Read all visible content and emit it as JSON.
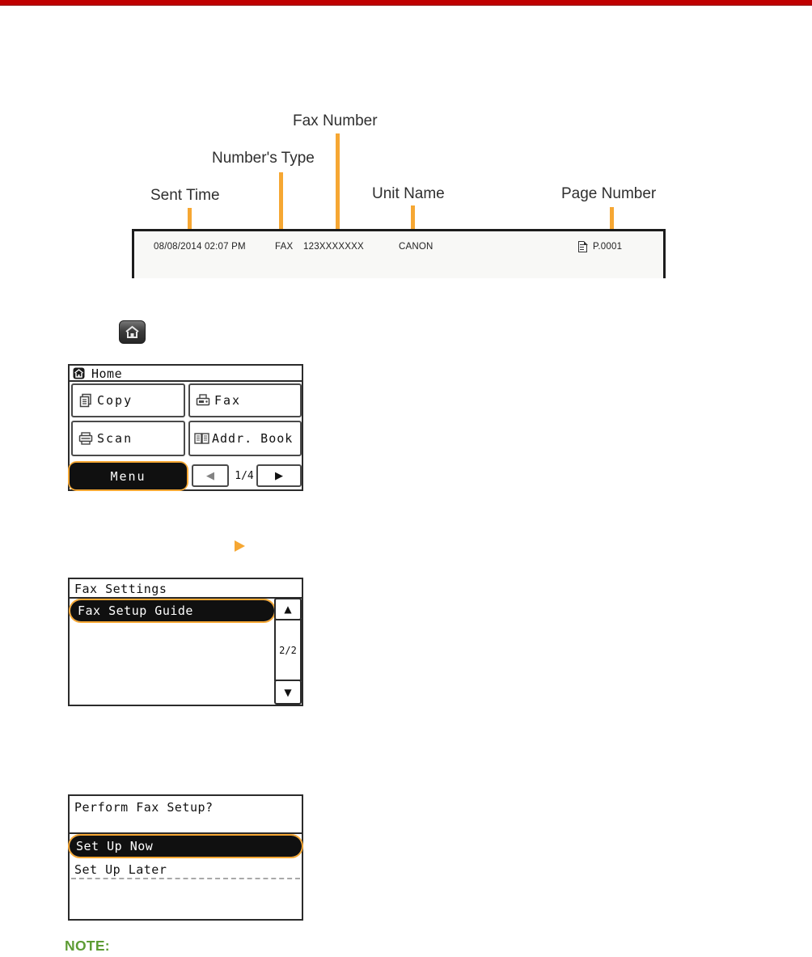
{
  "colors": {
    "top_bar": "#c00000",
    "accent_orange": "#f6a733",
    "note_green": "#5d9c34"
  },
  "icons": {
    "prev": "◀",
    "next": "▶",
    "up": "▲",
    "down": "▼"
  },
  "fax_header_diagram": {
    "callouts": [
      {
        "label": "Sent Time"
      },
      {
        "label": "Number's Type"
      },
      {
        "label": "Fax Number"
      },
      {
        "label": "Unit Name"
      },
      {
        "label": "Page Number"
      }
    ],
    "strip": {
      "sent_time": "08/08/2014 02:07 PM",
      "numbers_type": "FAX",
      "fax_number": "123XXXXXXX",
      "unit_name": "CANON",
      "page_number": "P.0001"
    }
  },
  "screens": {
    "home": {
      "title": "Home",
      "buttons": [
        {
          "label": "Copy"
        },
        {
          "label": "Fax"
        },
        {
          "label": "Scan"
        },
        {
          "label": "Addr. Book"
        }
      ],
      "menu_label": "Menu",
      "pagination": "1/4"
    },
    "fax_settings": {
      "title": "Fax Settings",
      "selected_item": "Fax Setup Guide",
      "scroll_indicator": "2/2"
    },
    "perform_fax_setup": {
      "title": "Perform Fax Setup?",
      "options": [
        {
          "label": "Set Up Now"
        },
        {
          "label": "Set Up Later"
        }
      ],
      "selected_option": "Set Up Now"
    }
  },
  "note_label": "NOTE:"
}
